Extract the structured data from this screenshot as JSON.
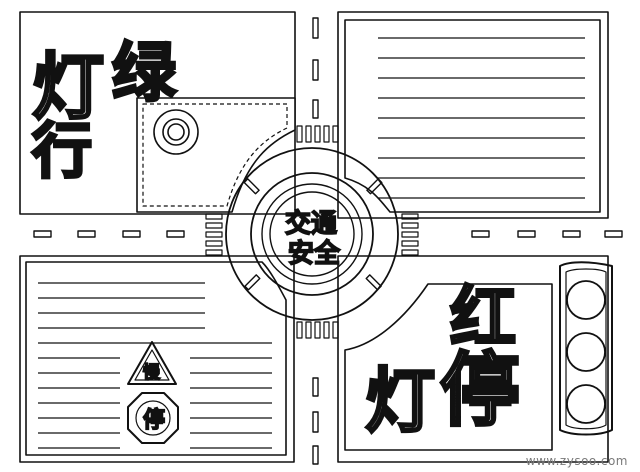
{
  "top_left_panel": {
    "chars": [
      "灯",
      "绿",
      "行"
    ]
  },
  "center_roundabout": {
    "line1": "交通",
    "line2": "安全"
  },
  "bottom_left_panel": {
    "slow_sign": "慢",
    "stop_sign": "停"
  },
  "bottom_right_panel": {
    "chars": [
      "红",
      "灯",
      "停"
    ]
  },
  "watermark": "www.zysoo.com"
}
